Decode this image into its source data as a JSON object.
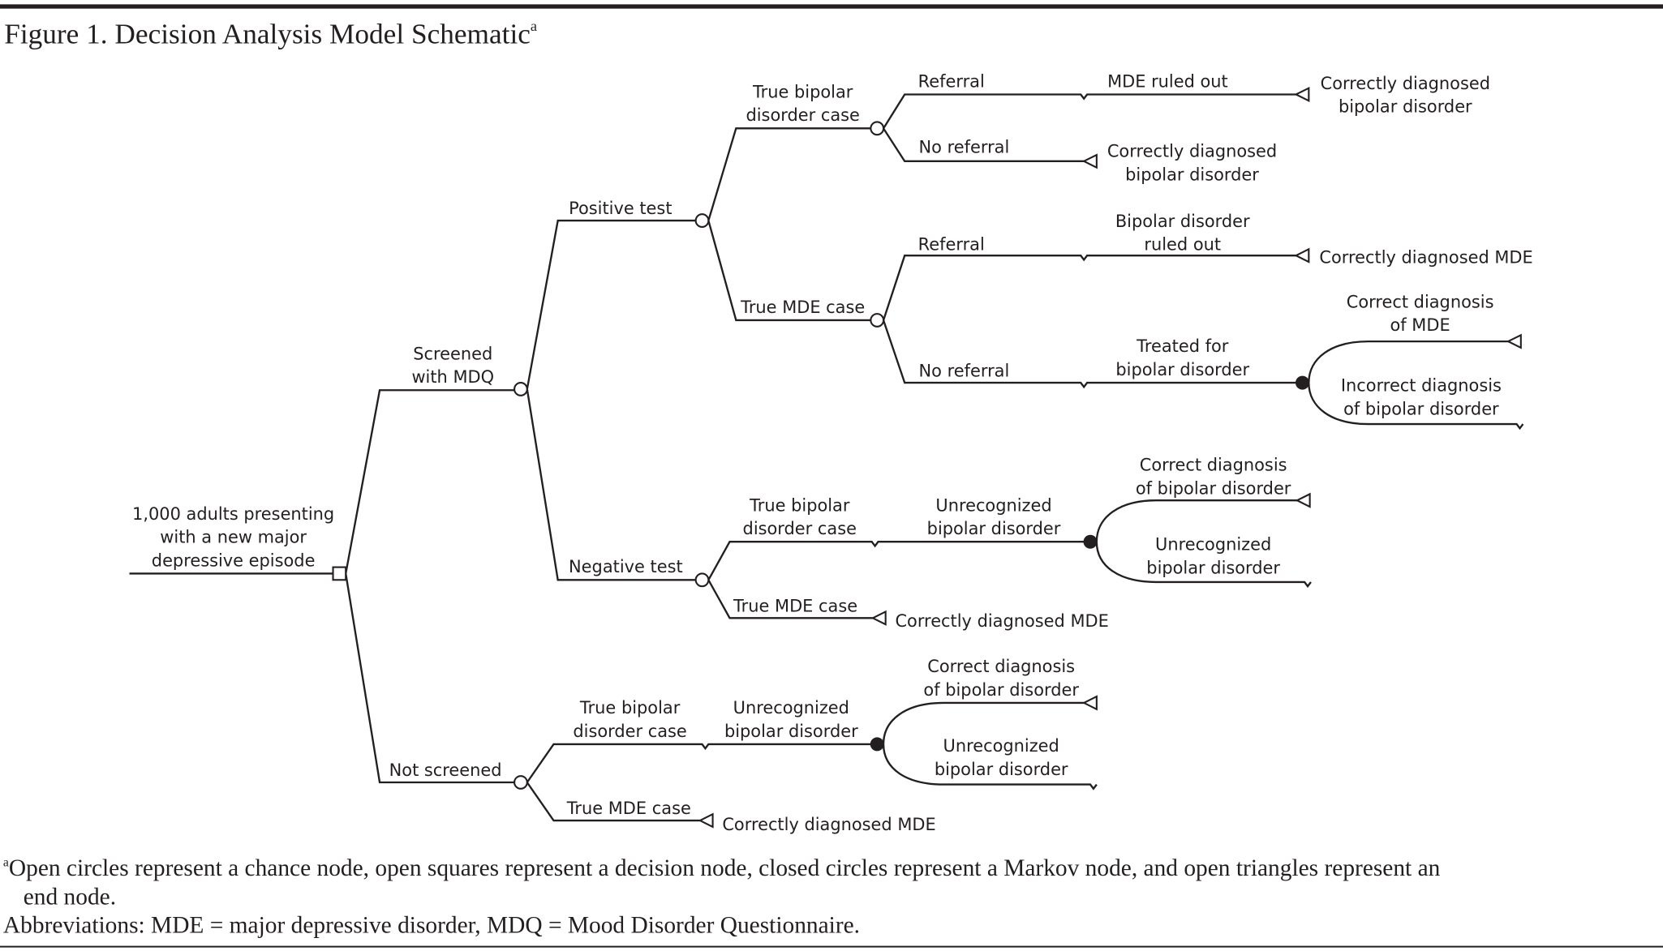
{
  "figure": {
    "title": "Figure 1. Decision Analysis Model Schematic",
    "title_superscript": "a",
    "footnote_marker": "a",
    "footnote_line1": "Open circles represent a chance node, open squares represent a decision node, closed circles represent a Markov node, and open triangles represent an",
    "footnote_line2": "end node.",
    "abbreviations": "Abbreviations: MDE = major depressive disorder, MDQ = Mood Disorder Questionnaire."
  },
  "tree": {
    "root": [
      "1,000 adults presenting",
      "with a new major",
      "depressive episode"
    ],
    "screened": [
      "Screened",
      "with MDQ"
    ],
    "not_screened": "Not screened",
    "positive_test": "Positive test",
    "negative_test": "Negative test",
    "pos_true_bipolar": [
      "True bipolar",
      "disorder case"
    ],
    "pos_true_mde": "True MDE case",
    "pb_referral": "Referral",
    "pb_referral_outcome": "MDE ruled out",
    "pb_referral_end": [
      "Correctly diagnosed",
      "bipolar disorder"
    ],
    "pb_no_referral": "No referral",
    "pb_no_referral_end": [
      "Correctly diagnosed",
      "bipolar disorder"
    ],
    "pm_referral": "Referral",
    "pm_referral_outcome": [
      "Bipolar disorder",
      "ruled out"
    ],
    "pm_referral_end": "Correctly diagnosed MDE",
    "pm_no_referral": "No referral",
    "pm_no_referral_outcome": [
      "Treated for",
      "bipolar disorder"
    ],
    "pm_markov_top": [
      "Correct diagnosis",
      "of MDE"
    ],
    "pm_markov_bottom": [
      "Incorrect diagnosis",
      "of bipolar disorder"
    ],
    "neg_true_bipolar": [
      "True bipolar",
      "disorder case"
    ],
    "neg_outcome": [
      "Unrecognized",
      "bipolar disorder"
    ],
    "neg_markov_top": [
      "Correct diagnosis",
      "of bipolar disorder"
    ],
    "neg_markov_bottom": [
      "Unrecognized",
      "bipolar disorder"
    ],
    "neg_true_mde": "True MDE case",
    "neg_true_mde_end": "Correctly diagnosed MDE",
    "ns_true_bipolar": [
      "True bipolar",
      "disorder case"
    ],
    "ns_outcome": [
      "Unrecognized",
      "bipolar disorder"
    ],
    "ns_markov_top": [
      "Correct diagnosis",
      "of bipolar disorder"
    ],
    "ns_markov_bottom": [
      "Unrecognized",
      "bipolar disorder"
    ],
    "ns_true_mde": "True MDE case",
    "ns_true_mde_end": "Correctly diagnosed MDE"
  }
}
